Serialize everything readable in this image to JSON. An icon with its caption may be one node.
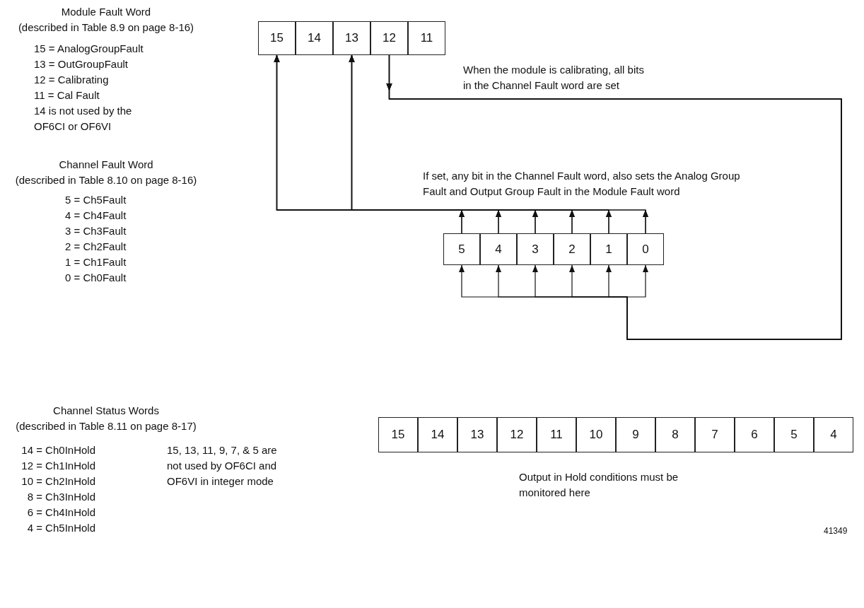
{
  "diagram": {
    "nodes": [
      {
        "text": [
          "15"
        ]
      },
      {
        "text": [
          "14"
        ]
      },
      {
        "text": [
          "13"
        ]
      },
      {
        "text": [
          "12"
        ]
      },
      {
        "text": [
          "11"
        ]
      },
      {
        "text": [
          "5"
        ]
      },
      {
        "text": [
          "4"
        ]
      },
      {
        "text": [
          "3"
        ]
      },
      {
        "text": [
          "2"
        ]
      },
      {
        "text": [
          "1"
        ]
      },
      {
        "text": [
          "0"
        ]
      },
      {
        "text": [
          "15"
        ]
      },
      {
        "text": [
          "14"
        ]
      },
      {
        "text": [
          "13"
        ]
      },
      {
        "text": [
          "12"
        ]
      },
      {
        "text": [
          "11"
        ]
      },
      {
        "text": [
          "10"
        ]
      },
      {
        "text": [
          "9"
        ]
      },
      {
        "text": [
          "8"
        ]
      },
      {
        "text": [
          "7"
        ]
      },
      {
        "text": [
          "6"
        ]
      },
      {
        "text": [
          "5"
        ]
      },
      {
        "text": [
          "4"
        ]
      }
    ],
    "edges": [
      {
        "from": 5,
        "to": 0,
        "arrow": "to"
      },
      {
        "from": 6,
        "to": 0,
        "arrow": "to"
      },
      {
        "from": 7,
        "to": 0,
        "arrow": "to"
      },
      {
        "from": 8,
        "to": 0,
        "arrow": "to"
      },
      {
        "from": 9,
        "to": 0,
        "arrow": "to"
      },
      {
        "from": 10,
        "to": 0,
        "arrow": "to"
      },
      {
        "from": 5,
        "to": 2,
        "arrow": "to"
      },
      {
        "from": 6,
        "to": 2,
        "arrow": "to"
      },
      {
        "from": 7,
        "to": 2,
        "arrow": "to"
      },
      {
        "from": 8,
        "to": 2,
        "arrow": "to"
      },
      {
        "from": 9,
        "to": 2,
        "arrow": "to"
      },
      {
        "from": 10,
        "to": 2,
        "arrow": "to"
      },
      {
        "from": 3,
        "to": 5,
        "arrow": "to"
      },
      {
        "from": 3,
        "to": 6,
        "arrow": "to"
      },
      {
        "from": 3,
        "to": 7,
        "arrow": "to"
      },
      {
        "from": 3,
        "to": 8,
        "arrow": "to"
      },
      {
        "from": 3,
        "to": 9,
        "arrow": "to"
      },
      {
        "from": 3,
        "to": 10,
        "arrow": "to"
      }
    ],
    "labels": [
      "Module Fault Word",
      "(described in Table 8.9 on page 8-16)",
      "15 = AnalogGroupFault",
      "13 = OutGroupFault",
      "12 = Calibrating",
      "11 = Cal Fault",
      "14 is not used by the OF6CI or OF6VI",
      "When the module is calibrating, all bits in the Channel Fault word are set",
      "If set, any bit in the Channel Fault word, also sets the Analog Group Fault and Output Group Fault in the Module Fault word",
      "Channel Fault Word",
      "(described in Table 8.10 on page 8-16)",
      "5 = Ch5Fault",
      "4 = Ch4Fault",
      "3 = Ch3Fault",
      "2 = Ch2Fault",
      "1 = Ch1Fault",
      "0 = Ch0Fault",
      "Channel Status Words",
      "(described in Table 8.11 on page 8-17)",
      "14 = Ch0InHold",
      "12 = Ch1InHold",
      "10 = Ch2InHold",
      "8 = Ch3InHold",
      "6 = Ch4InHold",
      "4 = Ch5InHold",
      "15, 13, 11, 9, 7, & 5 are not used by OF6CI and OF6VI in integer mode",
      "Output in Hold conditions must be monitored here",
      "41349"
    ]
  }
}
